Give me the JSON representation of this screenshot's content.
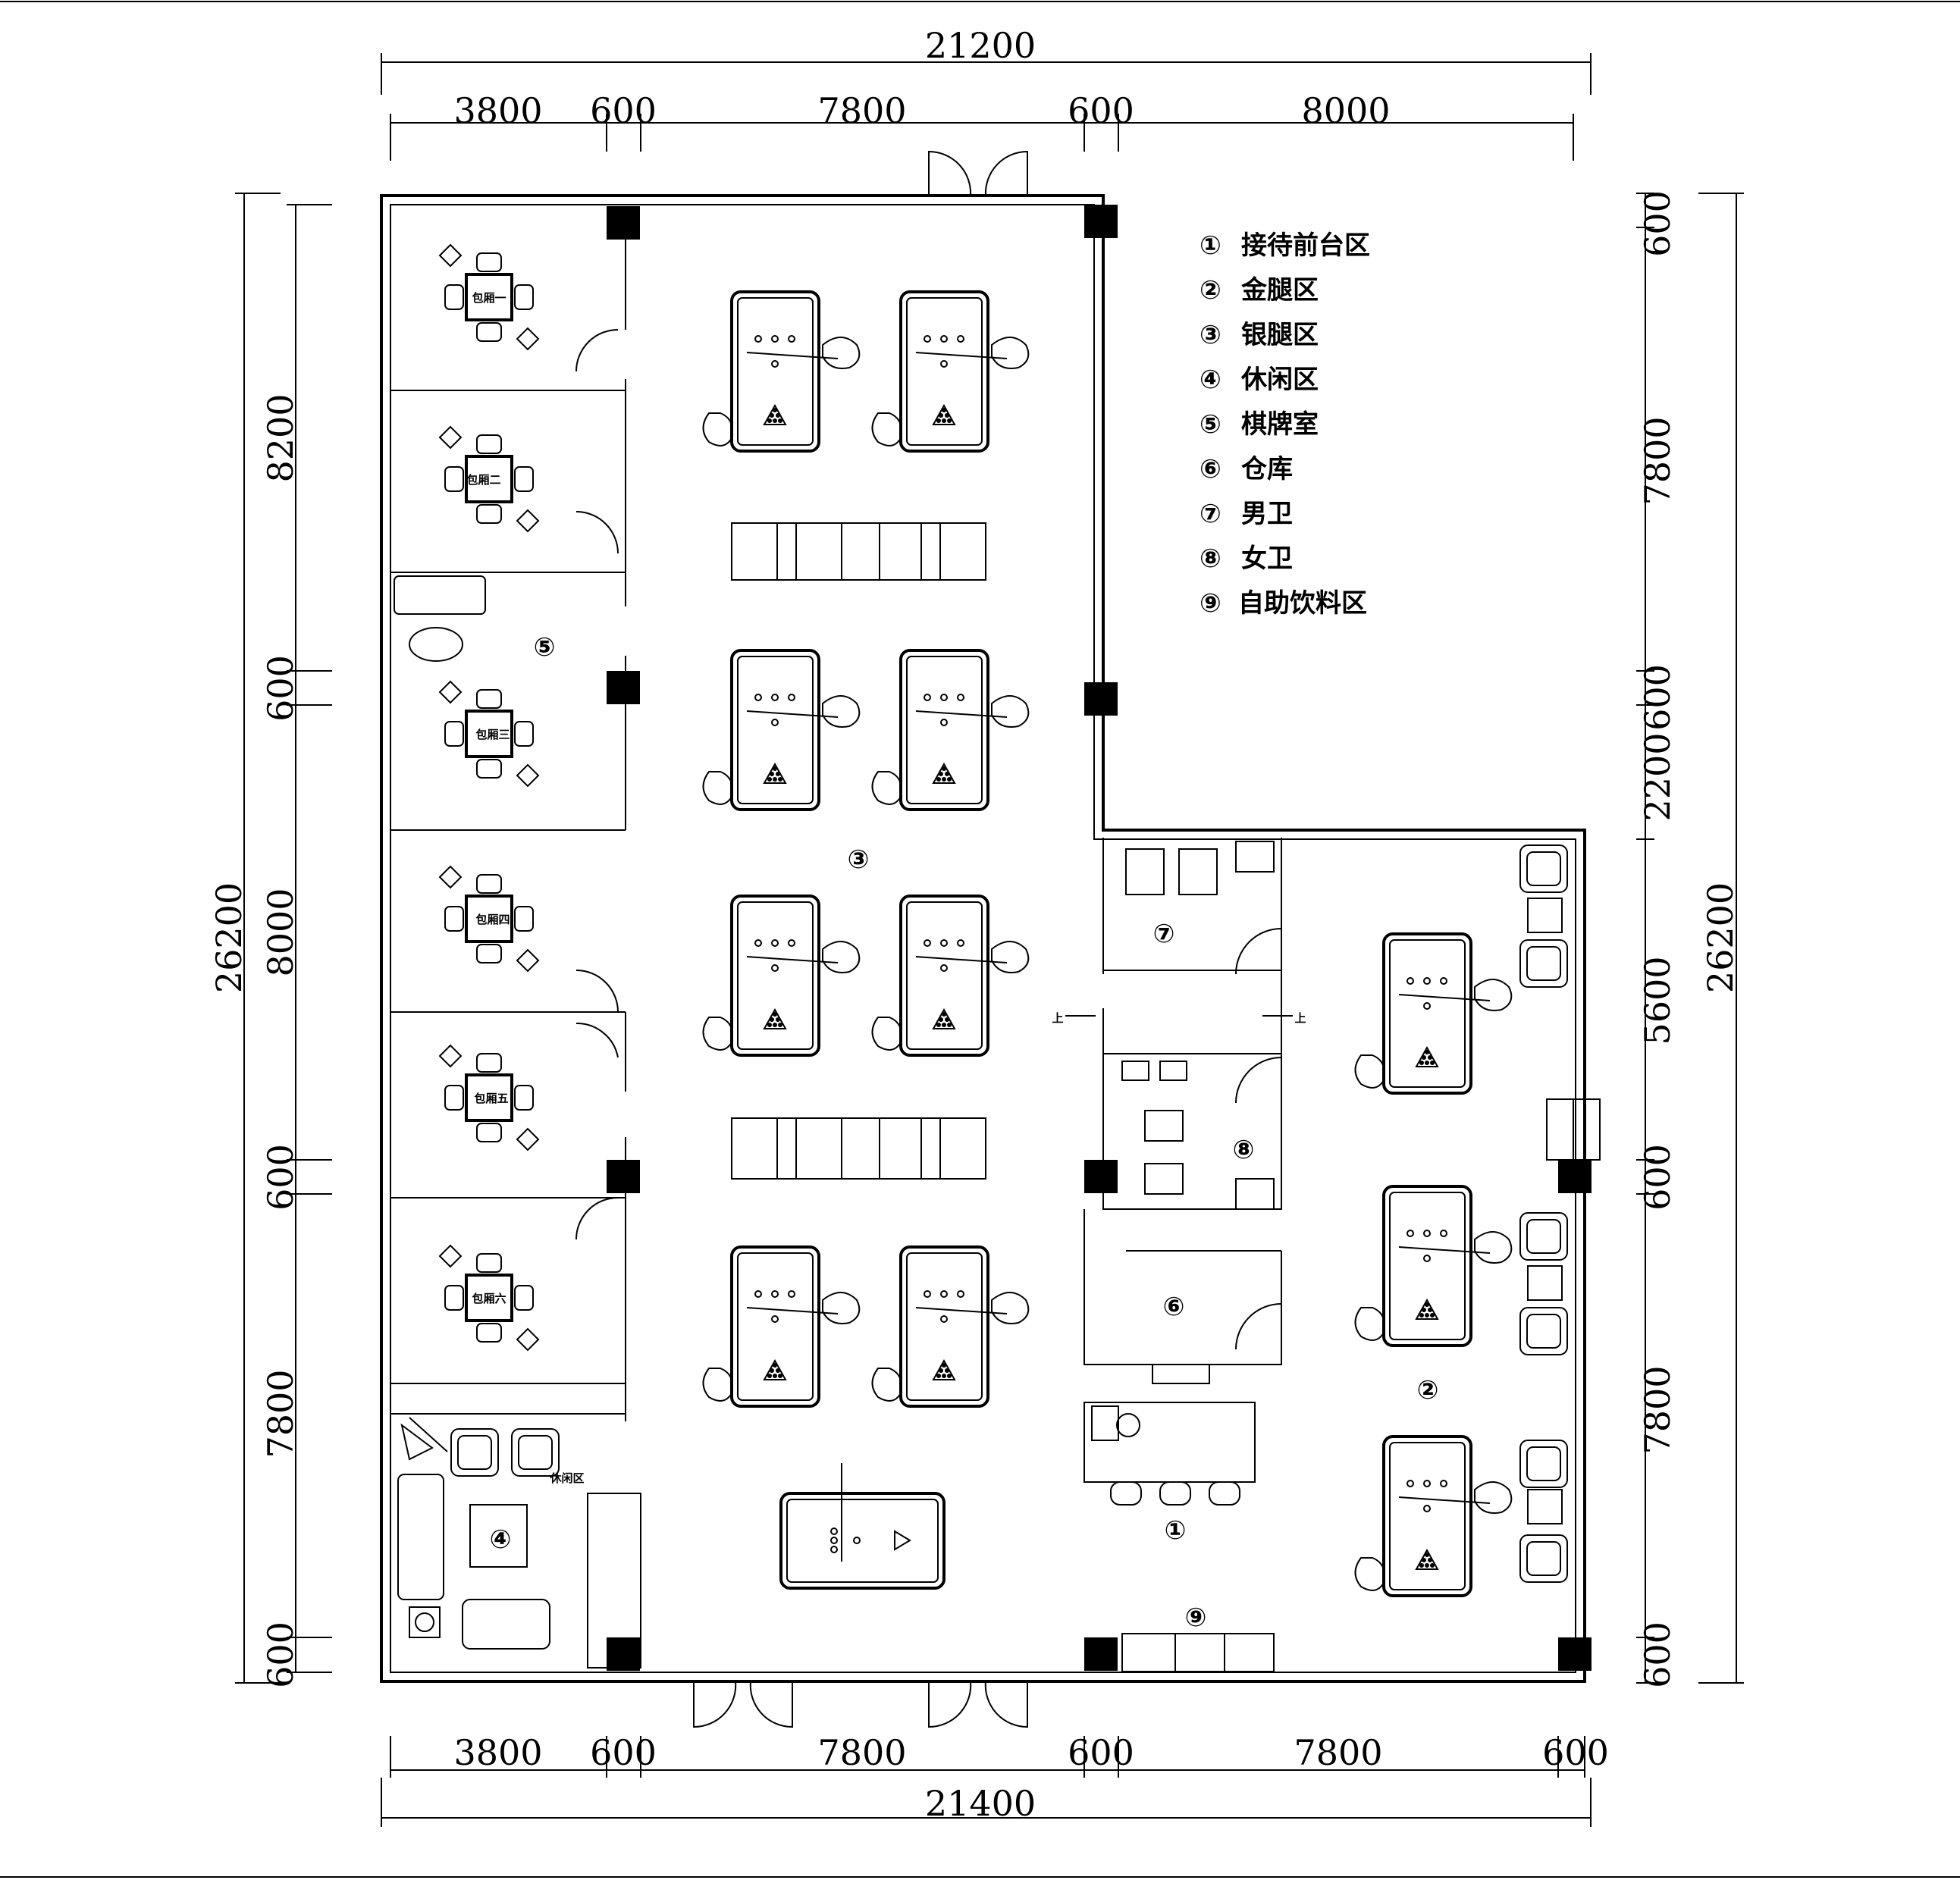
{
  "dimensions": {
    "top_total": "21200",
    "top_segments": [
      "3800",
      "600",
      "7800",
      "600",
      "8000"
    ],
    "bottom_total": "21400",
    "bottom_segments": [
      "3800",
      "600",
      "7800",
      "600",
      "7800",
      "600"
    ],
    "left_total": "26200",
    "left_segments": [
      "8200",
      "600",
      "8000",
      "600",
      "7800",
      "600"
    ],
    "right_total": "26200",
    "right_segments": [
      "600",
      "7800",
      "600",
      "2200",
      "5600",
      "600",
      "7800",
      "600"
    ]
  },
  "legend": [
    {
      "num": "①",
      "label": "接待前台区"
    },
    {
      "num": "②",
      "label": "金腿区"
    },
    {
      "num": "③",
      "label": "银腿区"
    },
    {
      "num": "④",
      "label": "休闲区"
    },
    {
      "num": "⑤",
      "label": "棋牌室"
    },
    {
      "num": "⑥",
      "label": "仓库"
    },
    {
      "num": "⑦",
      "label": "男卫"
    },
    {
      "num": "⑧",
      "label": "女卫"
    },
    {
      "num": "⑨",
      "label": "自助饮料区"
    }
  ],
  "rooms": {
    "vip1": "包厢一",
    "vip2": "包厢二",
    "vip3": "包厢三",
    "vip4": "包厢四",
    "vip5": "包厢五",
    "vip6": "包厢六",
    "lounge": "休闲区"
  },
  "area_marks": [
    "①",
    "②",
    "③",
    "④",
    "⑤",
    "⑥",
    "⑦",
    "⑧",
    "⑨"
  ],
  "stair_labels": [
    "上",
    "上"
  ]
}
